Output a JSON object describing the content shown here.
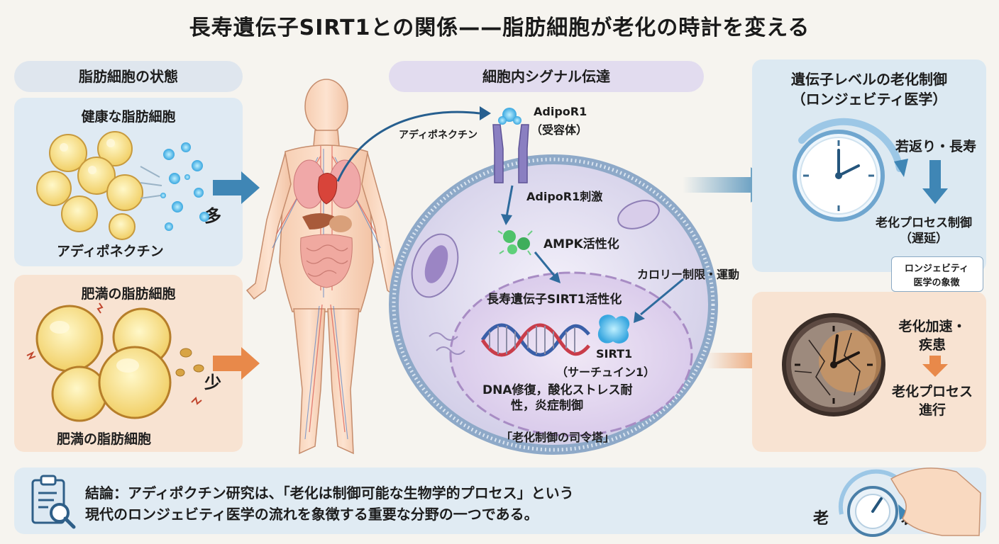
{
  "title": "長寿遺伝子SIRT1との関係——脂肪細胞が老化の時計を変える",
  "left": {
    "header": "脂肪細胞の状態",
    "healthy_title": "健康な脂肪細胞",
    "healthy_caption": "アディポネクチン",
    "healthy_amount": "多",
    "obese_title": "肥満の脂肪細胞",
    "obese_caption": "肥満の脂肪細胞",
    "obese_amount": "少"
  },
  "center": {
    "header": "細胞内シグナル伝達",
    "adiponectin_label": "アディポネクチン",
    "receptor_name": "AdipoR1",
    "receptor_sub": "（受容体）",
    "stimulation": "AdipoR1刺激",
    "ampk": "AMPK活性化",
    "calorie": "カロリー制限・運動",
    "sirt1_activation": "長寿遺伝子SIRT1活性化",
    "sirt1_name": "SIRT1",
    "sirt1_sub": "（サーチュイン1）",
    "function_line1": "DNA修復，酸化ストレス耐",
    "function_line2": "性，炎症制御",
    "commander": "「老化制御の司令塔」"
  },
  "right": {
    "header_line1": "遺伝子レベルの老化制御",
    "header_line2": "（ロンジェビティ医学）",
    "rejuvenation": "若返り・長寿",
    "control_line1": "老化プロセス制御",
    "control_line2": "（遅延）",
    "symbol_line1": "ロンジェビティ",
    "symbol_line2": "医学の象徴",
    "accel_line1": "老化加速・",
    "accel_line2": "疾患",
    "progress_line1": "老化プロセス",
    "progress_line2": "進行"
  },
  "conclusion": {
    "line1": "結論：アディポクチン研究は、「老化は制御可能な生物学的プロセス」という",
    "line2": "現代のロンジェビティ医学の流れを象徴する重要な分野の一つである。",
    "dial_old": "老",
    "dial_young": "若"
  },
  "colors": {
    "blue_panel": "#dce9f2",
    "orange_panel": "#f8e3d2",
    "purple_pill": "#e2dcef",
    "blue_arrow": "#3f86b5",
    "orange_arrow": "#e8894a"
  },
  "icons": [
    "clipboard-search-icon",
    "clock-icon",
    "cracked-clock-icon",
    "dial-icon",
    "dna-icon",
    "human-body-icon"
  ]
}
